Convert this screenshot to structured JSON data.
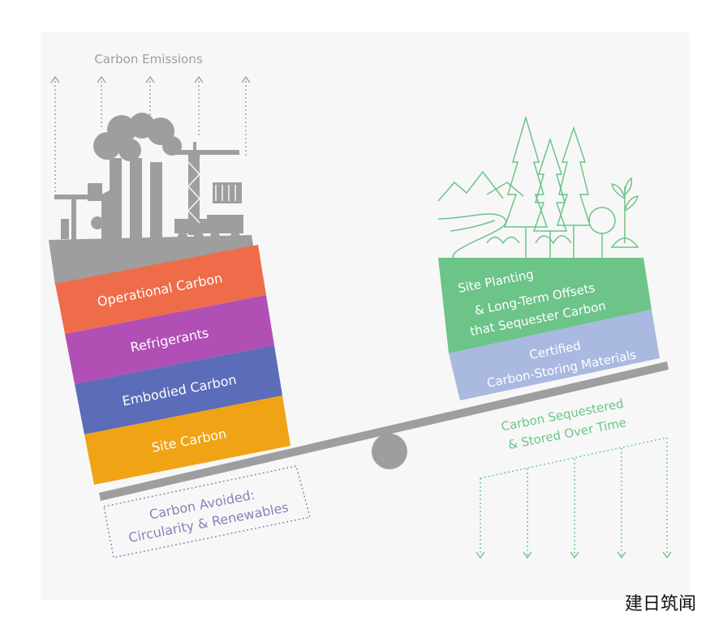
{
  "emissions_label": "Carbon Emissions",
  "left_blocks": [
    {
      "label": "Operational Carbon",
      "color": "#ef6c4a"
    },
    {
      "label": "Refrigerants",
      "color": "#b14fb5"
    },
    {
      "label": "Embodied Carbon",
      "color": "#5b6cb8"
    },
    {
      "label": "Site Carbon",
      "color": "#f0a314"
    }
  ],
  "avoided_line1": "Carbon Avoided:",
  "avoided_line2": "Circularity & Renewables",
  "right_green_line1": "Site Planting",
  "right_green_line2": "& Long-Term Offsets",
  "right_green_line3": "that Sequester Carbon",
  "right_blue_line1": "Certified",
  "right_blue_line2": "Carbon-Storing Materials",
  "sequestered_line1": "Carbon Sequestered",
  "sequestered_line2": "& Stored Over Time",
  "watermark": "建日筑闻",
  "colors": {
    "gray": "#9e9e9e",
    "green": "#6cc489",
    "blue": "#a9b9e0",
    "purple_text": "#8a7fb9",
    "green_text": "#6cc489"
  }
}
